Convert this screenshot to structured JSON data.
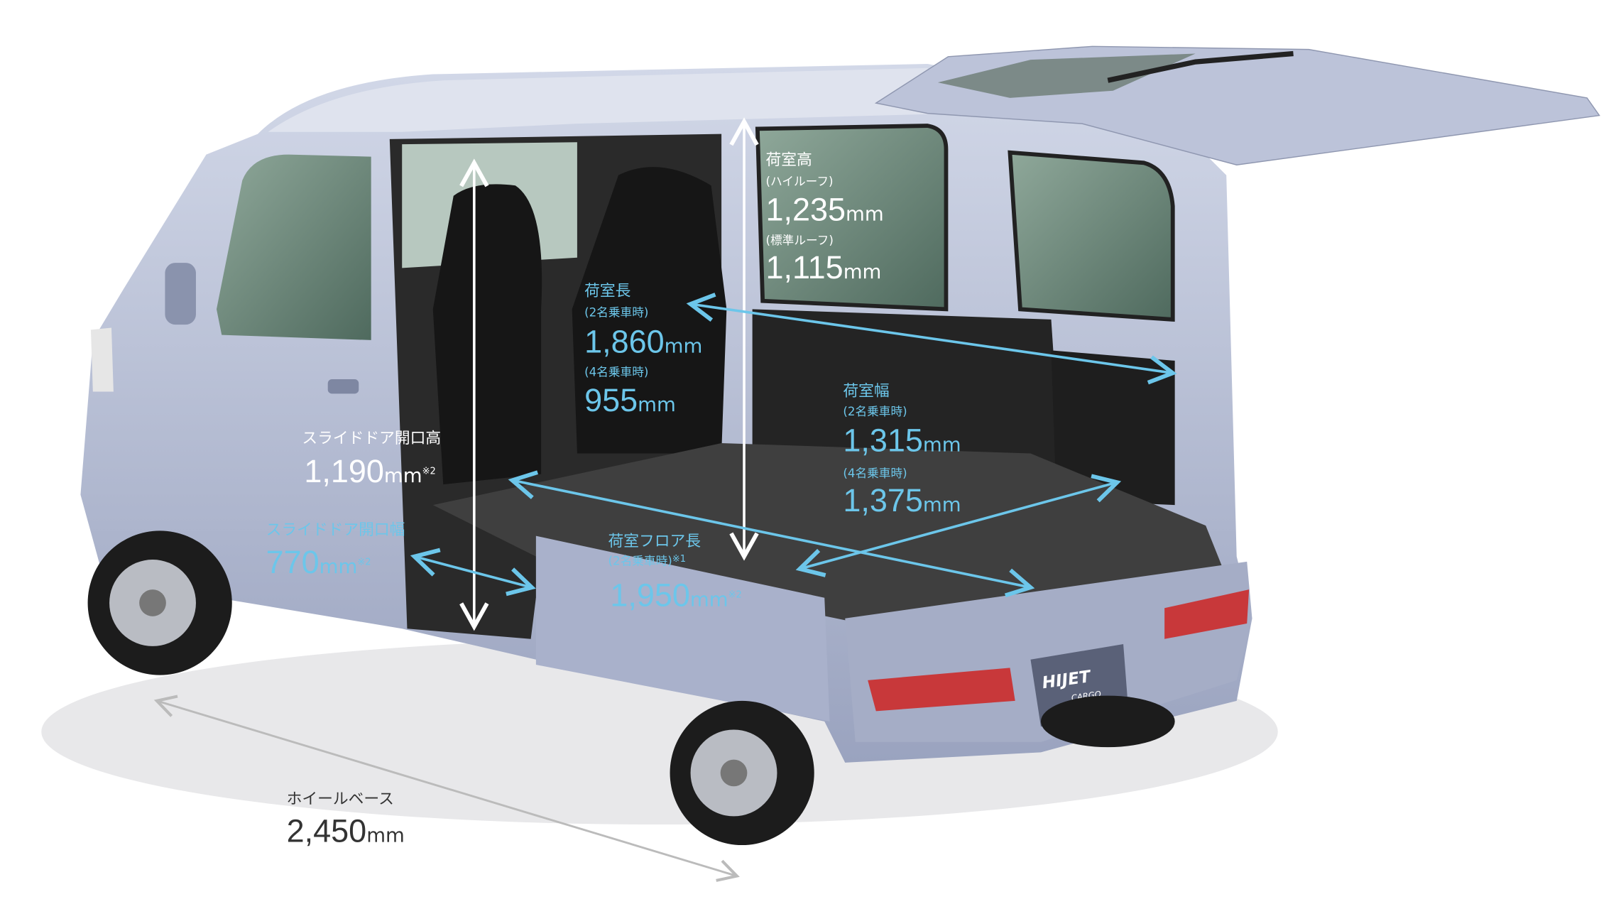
{
  "colors": {
    "accent_blue": "#6cc6ea",
    "body": "#b4bdd6",
    "cargo_dark": "#2b2b2b"
  },
  "logo": {
    "brand": "HIJET",
    "sub": "CARGO"
  },
  "cargo_height": {
    "label": "荷室高",
    "high_roof": "(ハイルーフ)",
    "high_value": "1,235",
    "standard_roof": "(標準ルーフ)",
    "standard_value": "1,115",
    "unit": "mm"
  },
  "cargo_length": {
    "label": "荷室長",
    "two_seat": "(2名乗車時)",
    "two_value": "1,860",
    "four_seat": "(4名乗車時)",
    "four_value": "955",
    "unit": "mm"
  },
  "cargo_width": {
    "label": "荷室幅",
    "two_seat": "(2名乗車時)",
    "two_value": "1,315",
    "four_seat": "(4名乗車時)",
    "four_value": "1,375",
    "unit": "mm"
  },
  "slide_height": {
    "label": "スライドドア開口高",
    "value": "1,190",
    "unit": "mm",
    "note": "※2"
  },
  "slide_width": {
    "label": "スライドドア開口幅",
    "value": "770",
    "unit": "mm",
    "note": "※2"
  },
  "floor_length": {
    "label": "荷室フロア長",
    "two_seat": "(2名乗車時)",
    "two_note": "※1",
    "value": "1,950",
    "unit": "mm",
    "note": "※2"
  },
  "wheelbase": {
    "label": "ホイールベース",
    "value": "2,450",
    "unit": "mm"
  }
}
